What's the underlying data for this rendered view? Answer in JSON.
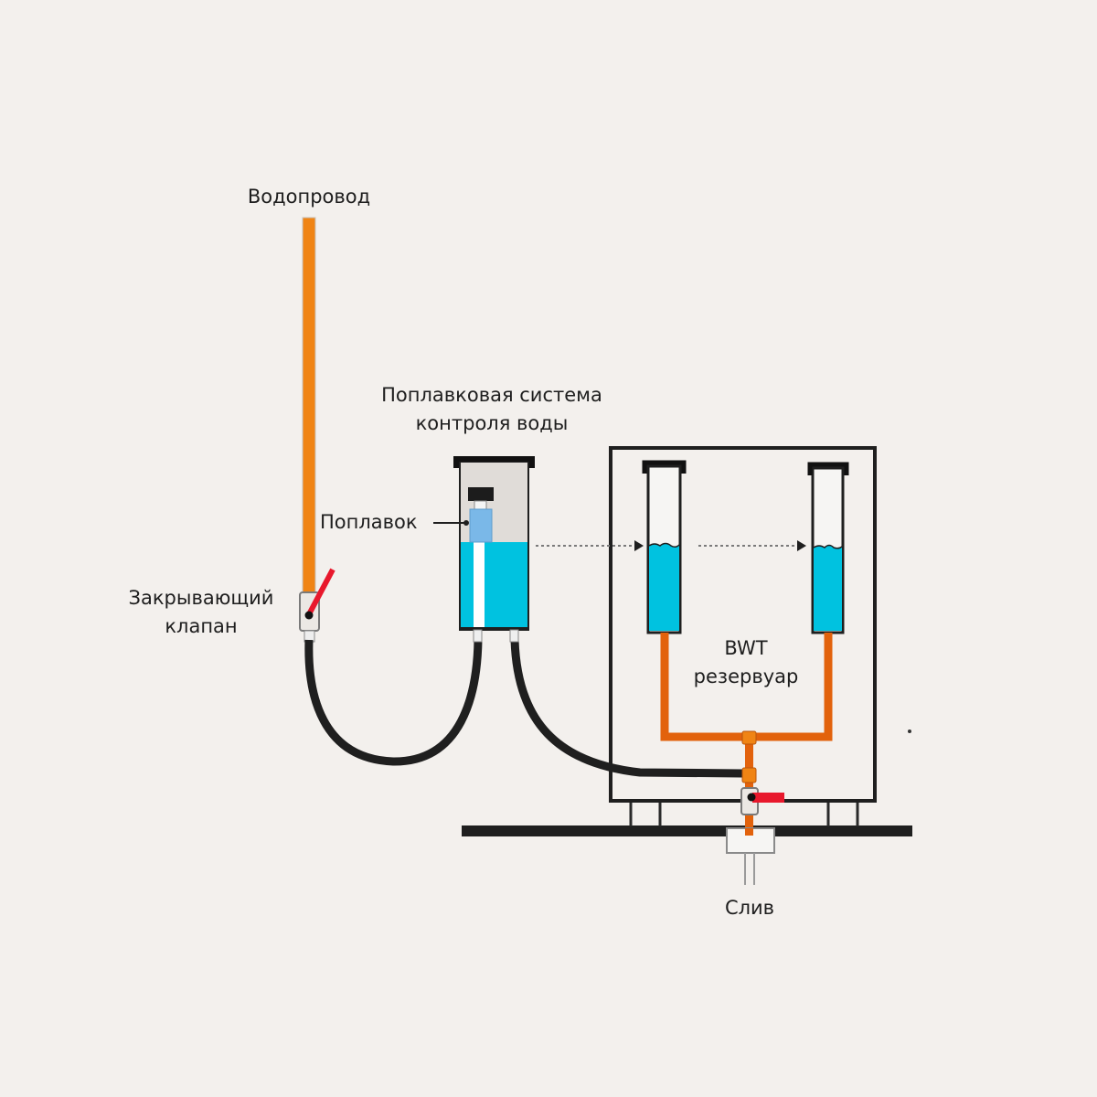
{
  "diagram": {
    "labels": {
      "water_supply": "Водопровод",
      "float_system_line1": "Поплавковая система",
      "float_system_line2": "контроля воды",
      "float": "Поплавок",
      "shutoff_valve_line1": "Закрывающий",
      "shutoff_valve_line2": "клапан",
      "reservoir_line1": "BWT",
      "reservoir_line2": "резервуар",
      "drain": "Слив"
    },
    "colors": {
      "background": "#f3f0ed",
      "supply_pipe": "#f08414",
      "reservoir_pipe": "#e2620c",
      "hose": "#1f1f1f",
      "water": "#00c2e0",
      "float": "#7ab8e8",
      "valve_handle": "#e8182c",
      "float_housing": "#e0dcd8"
    }
  }
}
